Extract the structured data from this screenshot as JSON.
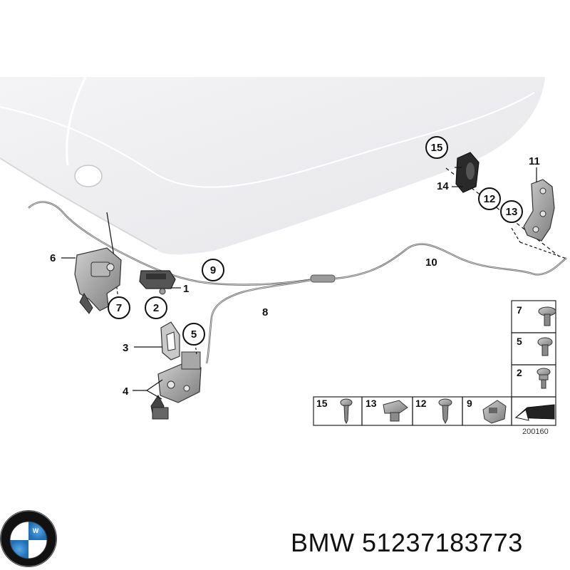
{
  "callouts": {
    "c1": "1",
    "c2": "2",
    "c3": "3",
    "c4": "4",
    "c5": "5",
    "c6": "6",
    "c7": "7",
    "c8": "8",
    "c9": "9",
    "c10": "10",
    "c11": "11",
    "c12": "12",
    "c13": "13",
    "c14": "14",
    "c15": "15"
  },
  "parts_table": {
    "right_column": [
      "7",
      "5",
      "2"
    ],
    "bottom_row": [
      "15",
      "13",
      "12",
      "9"
    ]
  },
  "diagram_code": "200160",
  "brand": {
    "logo_letters": "BMW",
    "title": "BMW 51237183773"
  }
}
